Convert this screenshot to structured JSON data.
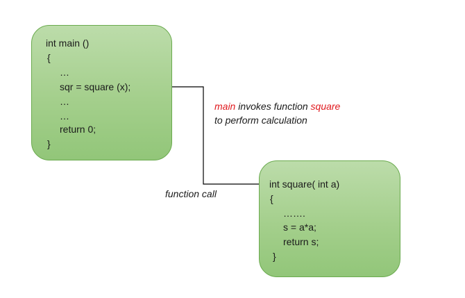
{
  "main_block": {
    "lines": [
      "int main ()",
      "{",
      "…",
      "sqr = square (x);",
      "…",
      "…",
      "return 0;",
      "}"
    ]
  },
  "square_block": {
    "lines": [
      "int square( int a)",
      "{",
      "…….",
      "s = a*a;",
      "return s;",
      "}"
    ]
  },
  "annotation": {
    "keyword_main": "main",
    "invokes_text": " invokes function ",
    "keyword_square": "square",
    "line2": "to perform calculation"
  },
  "call_label": "function call",
  "colors": {
    "box_fill_top": "#bcdcaa",
    "box_fill_bottom": "#92c679",
    "box_border": "#6aaa4e",
    "keyword": "#e0191e",
    "connector": "#000000"
  }
}
